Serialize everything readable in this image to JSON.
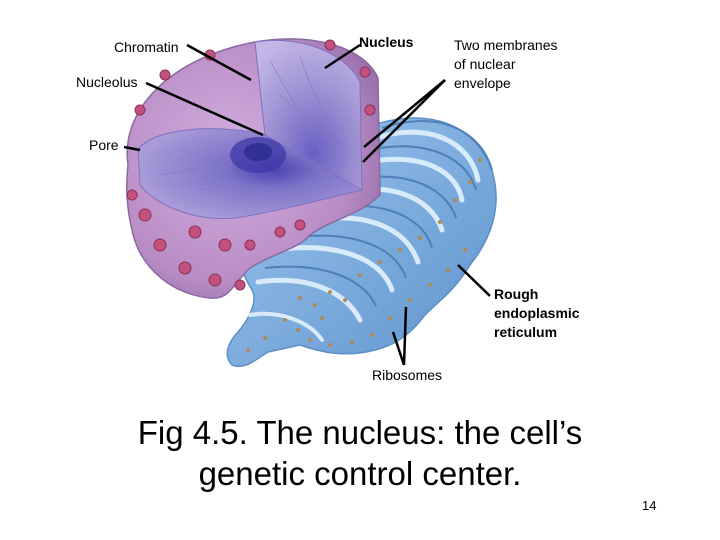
{
  "figure": {
    "labels": {
      "chromatin": "Chromatin",
      "nucleolus": "Nucleolus",
      "nucleus": "Nucleus",
      "membranes": [
        "Two membranes",
        "of nuclear",
        "envelope"
      ],
      "pore": "Pore",
      "rough_er": [
        "Rough",
        "endoplasmic",
        "reticulum"
      ],
      "ribosomes": "Ribosomes"
    },
    "colors": {
      "nucleus_shell": "#b98cc4",
      "nucleus_inner": "#9b8fd2",
      "nucleolus": "#3d3aa6",
      "pore": "#c2527d",
      "er": "#78abdf",
      "ribosome": "#b08a52"
    }
  },
  "caption": [
    "Fig 4.5. The nucleus: the cell’s",
    "genetic control center."
  ],
  "page_number": "14"
}
